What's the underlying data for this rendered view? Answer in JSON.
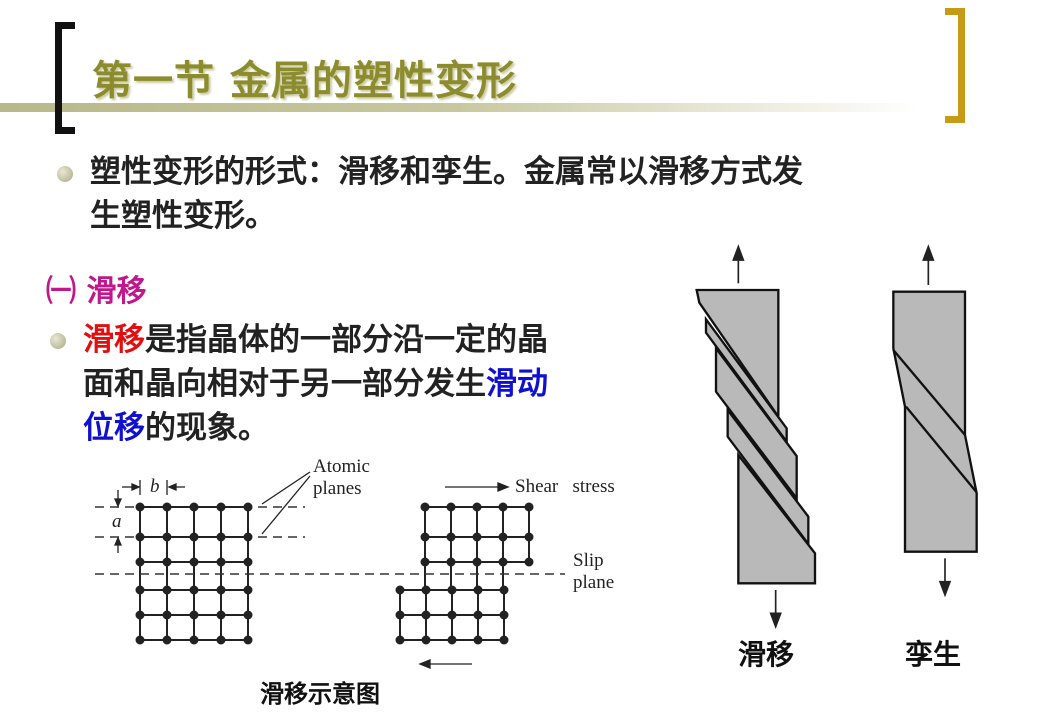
{
  "title": "第一节  金属的塑性变形",
  "bullet1": {
    "line1": "塑性变形的形式：滑移和孪生。金属常以滑移方式发",
    "line2": "生塑性变形。"
  },
  "section": {
    "label": "㈠ 滑移"
  },
  "bullet2": {
    "red": "滑移",
    "line1_rest": "是指晶体的一部分沿一定的晶",
    "line2_a": "面和晶向相对于另一部分发生",
    "line2_blue": "滑动",
    "line3_blue": "位移",
    "line3_rest": "的现象。"
  },
  "lattice_figure": {
    "atomic_planes_1": "Atomic",
    "atomic_planes_2": "planes",
    "b": "b",
    "a": "a",
    "shear_stress": "Shear   stress",
    "slip_1": "Slip",
    "slip_2": "plane",
    "caption": "滑移示意图"
  },
  "bar_figure": {
    "slip_caption": "滑移",
    "twin_caption": "孪生"
  },
  "colors": {
    "title": "#8c8c2e",
    "section": "#c0188c",
    "red": "#e01010",
    "blue": "#1010d0",
    "bracket_right": "#c89b16"
  }
}
